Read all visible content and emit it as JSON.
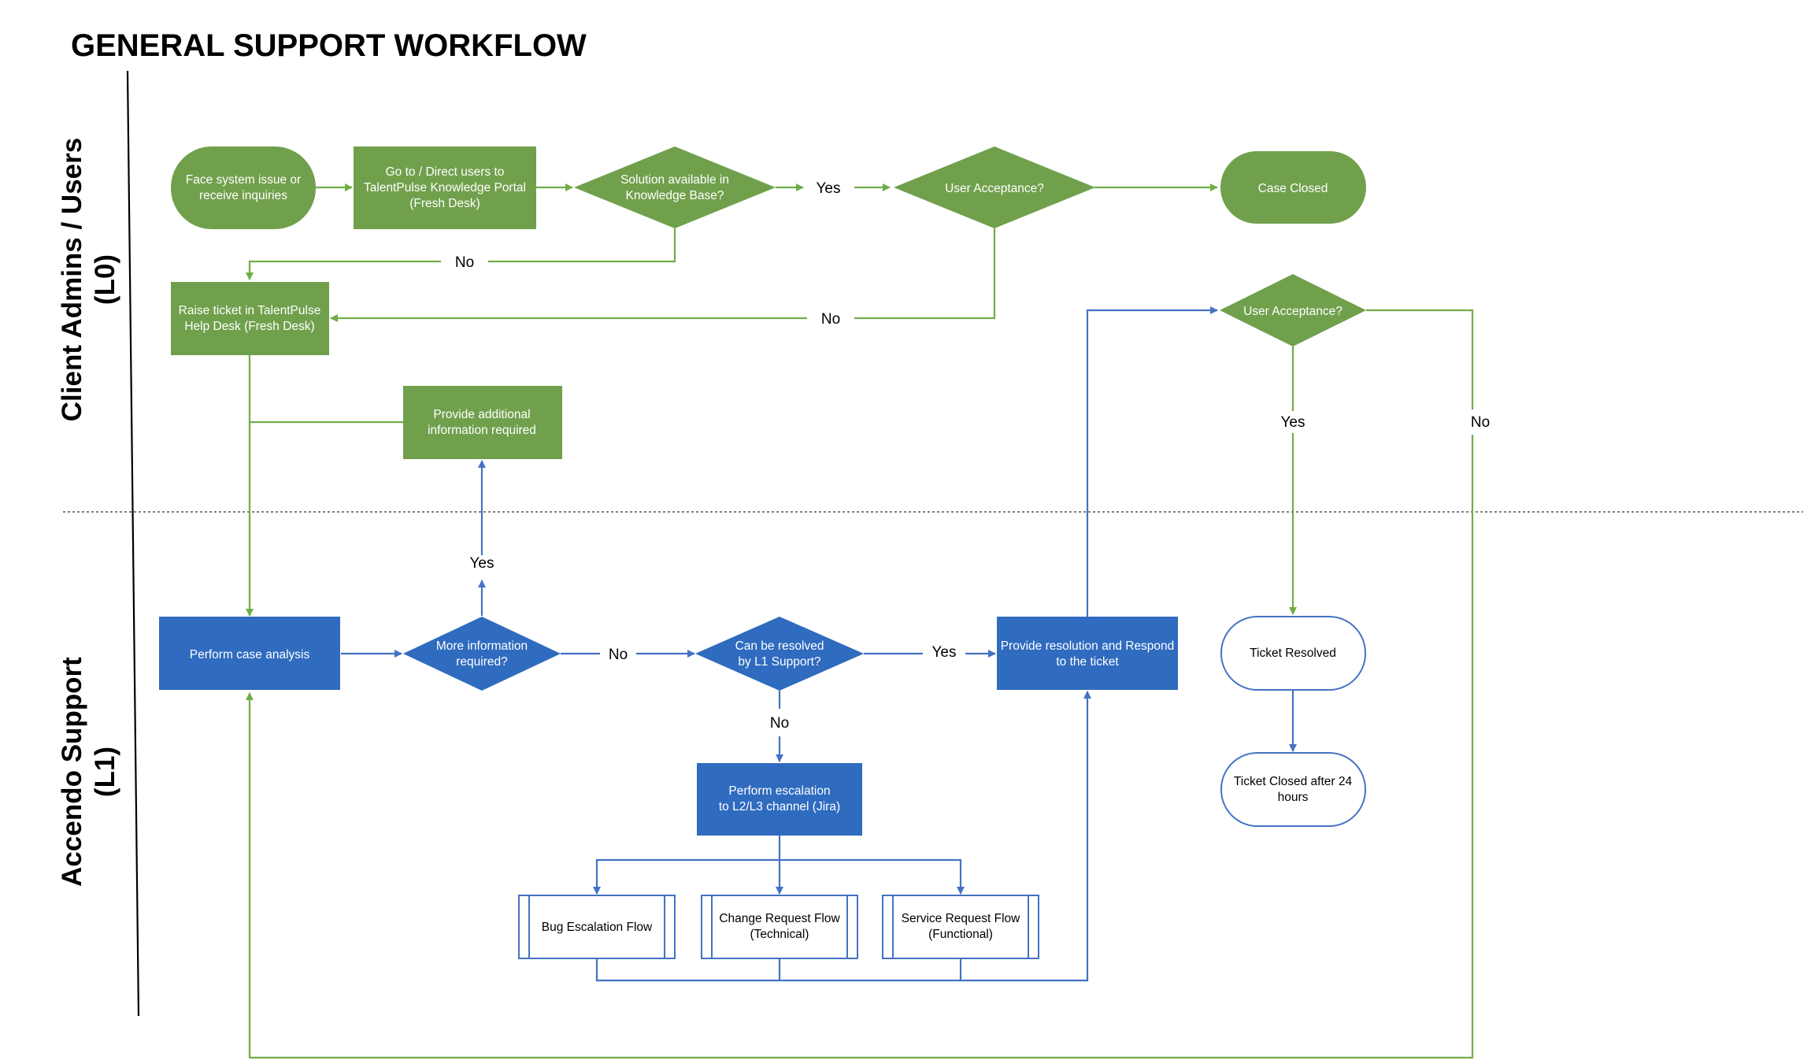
{
  "title": "GENERAL SUPPORT WORKFLOW",
  "lanes": {
    "l0": {
      "line1": "Client Admins / Users",
      "line2": "(L0)"
    },
    "l1": {
      "line1": "Accendo Support",
      "line2": "(L1)"
    }
  },
  "colors": {
    "green": "#70a04c",
    "blue": "#2f6bbf",
    "green_line": "#70ad47",
    "blue_line": "#4472c4"
  },
  "nodes": {
    "face_issue": {
      "line1": "Face system issue or",
      "line2": "receive inquiries"
    },
    "knowledge_portal": {
      "line1": "Go to / Direct users to",
      "line2": "TalentPulse Knowledge Portal",
      "line3": "(Fresh Desk)"
    },
    "solution_available": {
      "line1": "Solution available in",
      "line2": "Knowledge Base?"
    },
    "user_acceptance_1": {
      "line1": "User Acceptance?"
    },
    "case_closed": {
      "line1": "Case Closed"
    },
    "raise_ticket": {
      "line1": "Raise ticket in TalentPulse",
      "line2": "Help Desk (Fresh Desk)"
    },
    "additional_info": {
      "line1": "Provide additional",
      "line2": "information required"
    },
    "user_acceptance_2": {
      "line1": "User Acceptance?"
    },
    "case_analysis": {
      "line1": "Perform case analysis"
    },
    "more_info": {
      "line1": "More information",
      "line2": "required?"
    },
    "resolved_l1": {
      "line1": "Can be resolved",
      "line2": "by L1 Support?"
    },
    "provide_resolution": {
      "line1": "Provide resolution and Respond",
      "line2": "to the ticket"
    },
    "escalation": {
      "line1": "Perform escalation",
      "line2": "to L2/L3 channel (Jira)"
    },
    "bug_flow": {
      "line1": "Bug Escalation Flow"
    },
    "change_flow": {
      "line1": "Change Request Flow",
      "line2": "(Technical)"
    },
    "service_flow": {
      "line1": "Service Request Flow",
      "line2": "(Functional)"
    },
    "ticket_resolved": {
      "line1": "Ticket Resolved"
    },
    "ticket_closed": {
      "line1": "Ticket Closed after 24",
      "line2": "hours"
    }
  },
  "edge_labels": {
    "yes": "Yes",
    "no": "No"
  }
}
